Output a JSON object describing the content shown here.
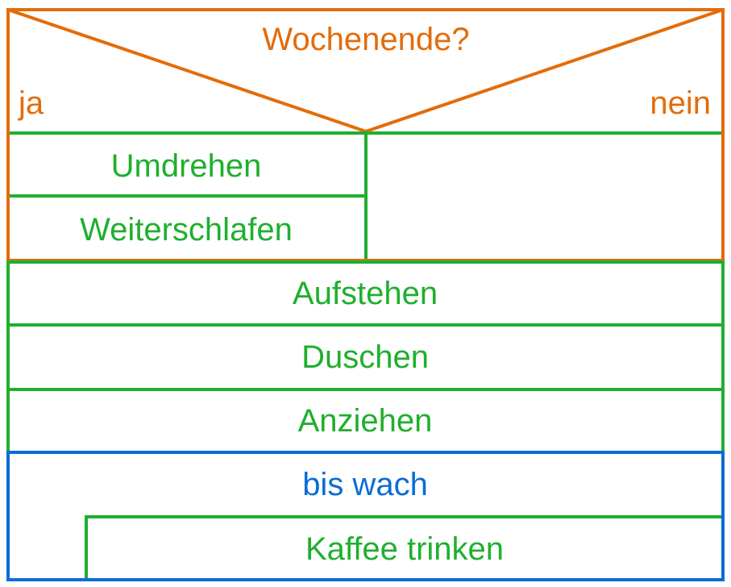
{
  "decision": {
    "question": "Wochenende?",
    "yes_label": "ja",
    "no_label": "nein"
  },
  "yes_branch": [
    "Umdrehen",
    "Weiterschlafen"
  ],
  "no_branch": [],
  "sequence": [
    "Aufstehen",
    "Duschen",
    "Anziehen"
  ],
  "loop": {
    "condition": "bis wach",
    "body": [
      "Kaffee trinken"
    ]
  },
  "colors": {
    "decision": "#e36c0a",
    "process": "#1faf2e",
    "loop": "#0a6cd6"
  }
}
